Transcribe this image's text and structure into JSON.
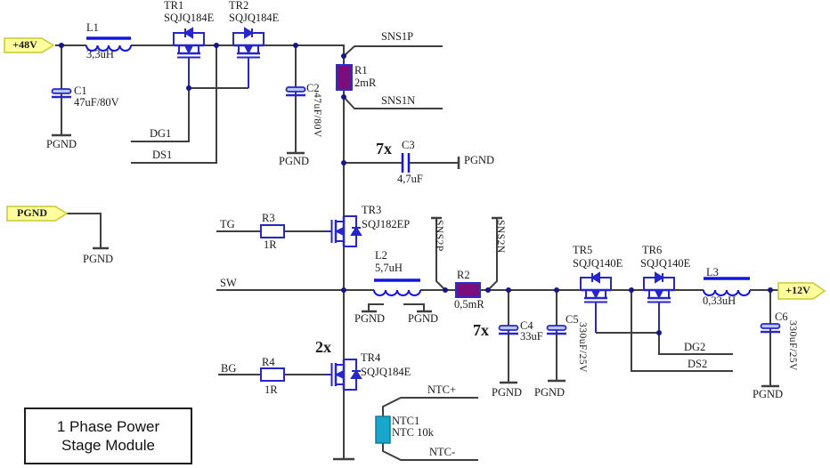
{
  "title_block": {
    "line1": "1 Phase Power",
    "line2": "Stage Module"
  },
  "power_tags": {
    "vin": "+48V",
    "pgnd": "PGND",
    "vout": "+12V"
  },
  "ground_label": "PGND",
  "nets": {
    "sns1p": "SNS1P",
    "sns1n": "SNS1N",
    "dg1": "DG1",
    "ds1": "DS1",
    "tg": "TG",
    "sw": "SW",
    "bg": "BG",
    "sns2p": "SNS2P",
    "sns2n": "SNS2N",
    "dg2": "DG2",
    "ds2": "DS2",
    "ntc_plus": "NTC+",
    "ntc_minus": "NTC-"
  },
  "components": {
    "l1": {
      "ref": "L1",
      "value": "3,3uH"
    },
    "l2": {
      "ref": "L2",
      "value": "5,7uH"
    },
    "l3": {
      "ref": "L3",
      "value": "0,33uH"
    },
    "c1": {
      "ref": "C1",
      "value": "47uF/80V"
    },
    "c2": {
      "ref": "C2",
      "value": "47uF/80V"
    },
    "c3": {
      "ref": "C3",
      "value": "4,7uF",
      "multiplier": "7x"
    },
    "c4": {
      "ref": "C4",
      "value": "33uF",
      "multiplier": "7x"
    },
    "c5": {
      "ref": "C5",
      "value": "330uF/25V"
    },
    "c6": {
      "ref": "C6",
      "value": "330uF/25V"
    },
    "r1": {
      "ref": "R1",
      "value": "2mR"
    },
    "r2": {
      "ref": "R2",
      "value": "0,5mR"
    },
    "r3": {
      "ref": "R3",
      "value": "1R"
    },
    "r4": {
      "ref": "R4",
      "value": "1R"
    },
    "tr1": {
      "ref": "TR1",
      "part": "SQJQ184E"
    },
    "tr2": {
      "ref": "TR2",
      "part": "SQJQ184E"
    },
    "tr3": {
      "ref": "TR3",
      "part": "SQJ182EP"
    },
    "tr4": {
      "ref": "TR4",
      "part": "SQJQ184E",
      "multiplier": "2x"
    },
    "tr5": {
      "ref": "TR5",
      "part": "SQJQ140E"
    },
    "tr6": {
      "ref": "TR6",
      "part": "SQJQ140E"
    },
    "ntc1": {
      "ref": "NTC1",
      "value": "NTC 10k"
    }
  },
  "colors": {
    "wire": "#3f3f3f",
    "component_blue": "#2626cc",
    "inductor_blue": "#1414e0",
    "shunt_purple": "#7c0e7c",
    "ntc_cyan": "#18a6ca",
    "tag_fill": "#ffff9e",
    "tag_border": "#c8c832",
    "junction_dot": "#16168c"
  }
}
